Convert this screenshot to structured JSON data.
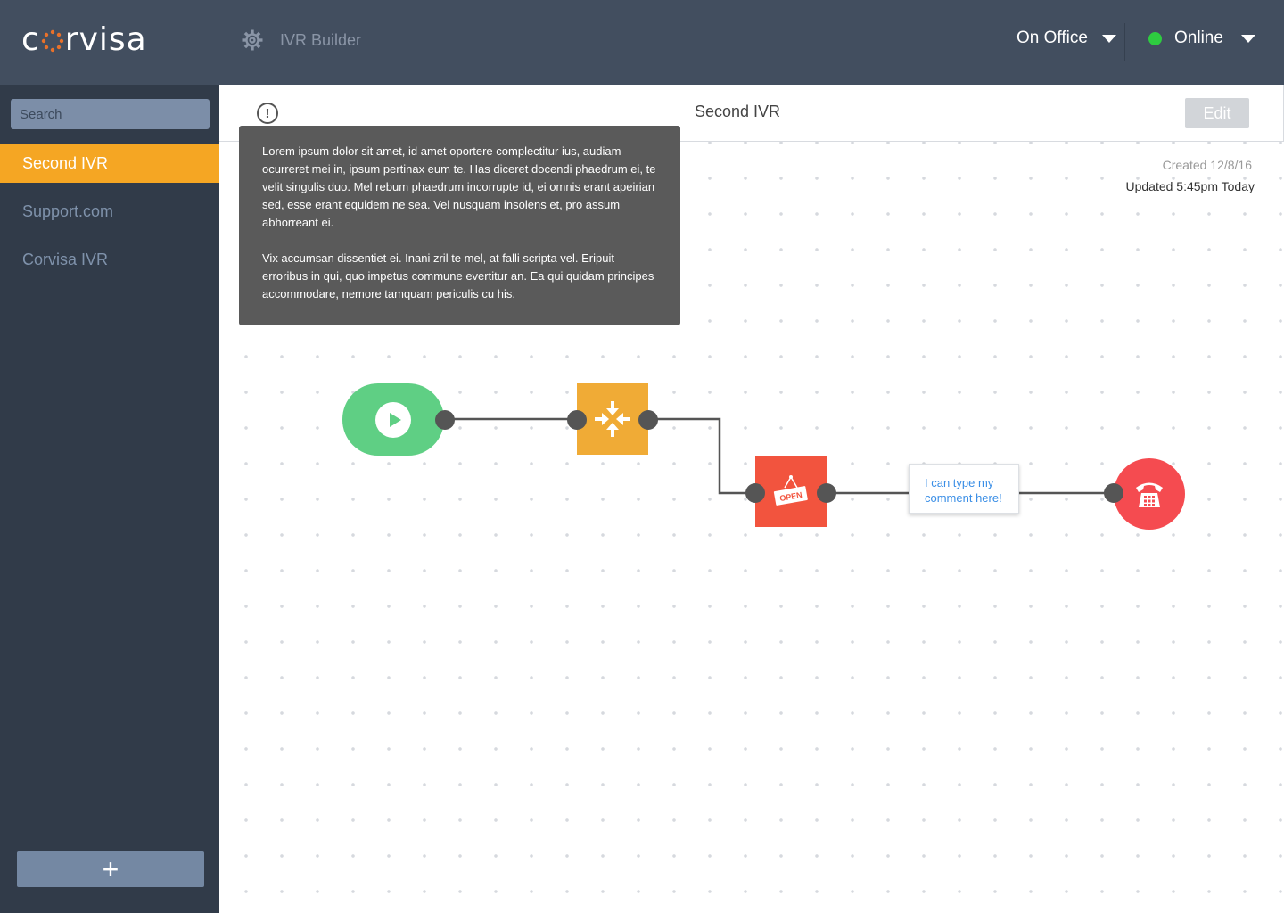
{
  "brand": {
    "name": "corvisa"
  },
  "header": {
    "app_icon": "gear-icon",
    "app_title": "IVR Builder",
    "location": "On Office",
    "status": "Online",
    "status_color": "#2ecc40"
  },
  "sidebar": {
    "search_placeholder": "Search",
    "items": [
      {
        "label": "Second IVR",
        "active": true
      },
      {
        "label": "Support.com",
        "active": false
      },
      {
        "label": "Corvisa IVR",
        "active": false
      }
    ],
    "add_label": "+",
    "accent_color": "#f5a623"
  },
  "main": {
    "title": "Second IVR",
    "edit_label": "Edit",
    "info_icon": "!",
    "created": "Created 12/8/16",
    "updated": "Updated 5:45pm Today",
    "tooltip": {
      "paragraph1": "Lorem ipsum dolor sit amet, id amet oportere complectitur ius, audiam ocurreret mei in, ipsum pertinax eum te. Has diceret docendi phaedrum ei, te velit singulis duo. Mel rebum phaedrum incorrupte id, ei omnis erant apeirian sed, esse erant equidem ne sea. Vel nusquam insolens et, pro assum abhorreant ei.",
      "paragraph2": "Vix accumsan dissentiet ei. Inani zril te mel, at falli scripta vel. Eripuit erroribus in qui, quo impetus commune evertitur an. Ea qui quidam principes accommodare, nemore tamquam periculis cu his."
    }
  },
  "flow": {
    "nodes": [
      {
        "type": "start",
        "icon": "play-icon",
        "color": "#5fcf84"
      },
      {
        "type": "merge",
        "icon": "merge-arrows-icon",
        "color": "#f0ab36"
      },
      {
        "type": "hours",
        "icon": "open-sign-icon",
        "label": "OPEN",
        "color": "#f2543e"
      },
      {
        "type": "end",
        "icon": "telephone-icon",
        "color": "#f54b50"
      }
    ],
    "comment": "I can type my comment here!"
  }
}
